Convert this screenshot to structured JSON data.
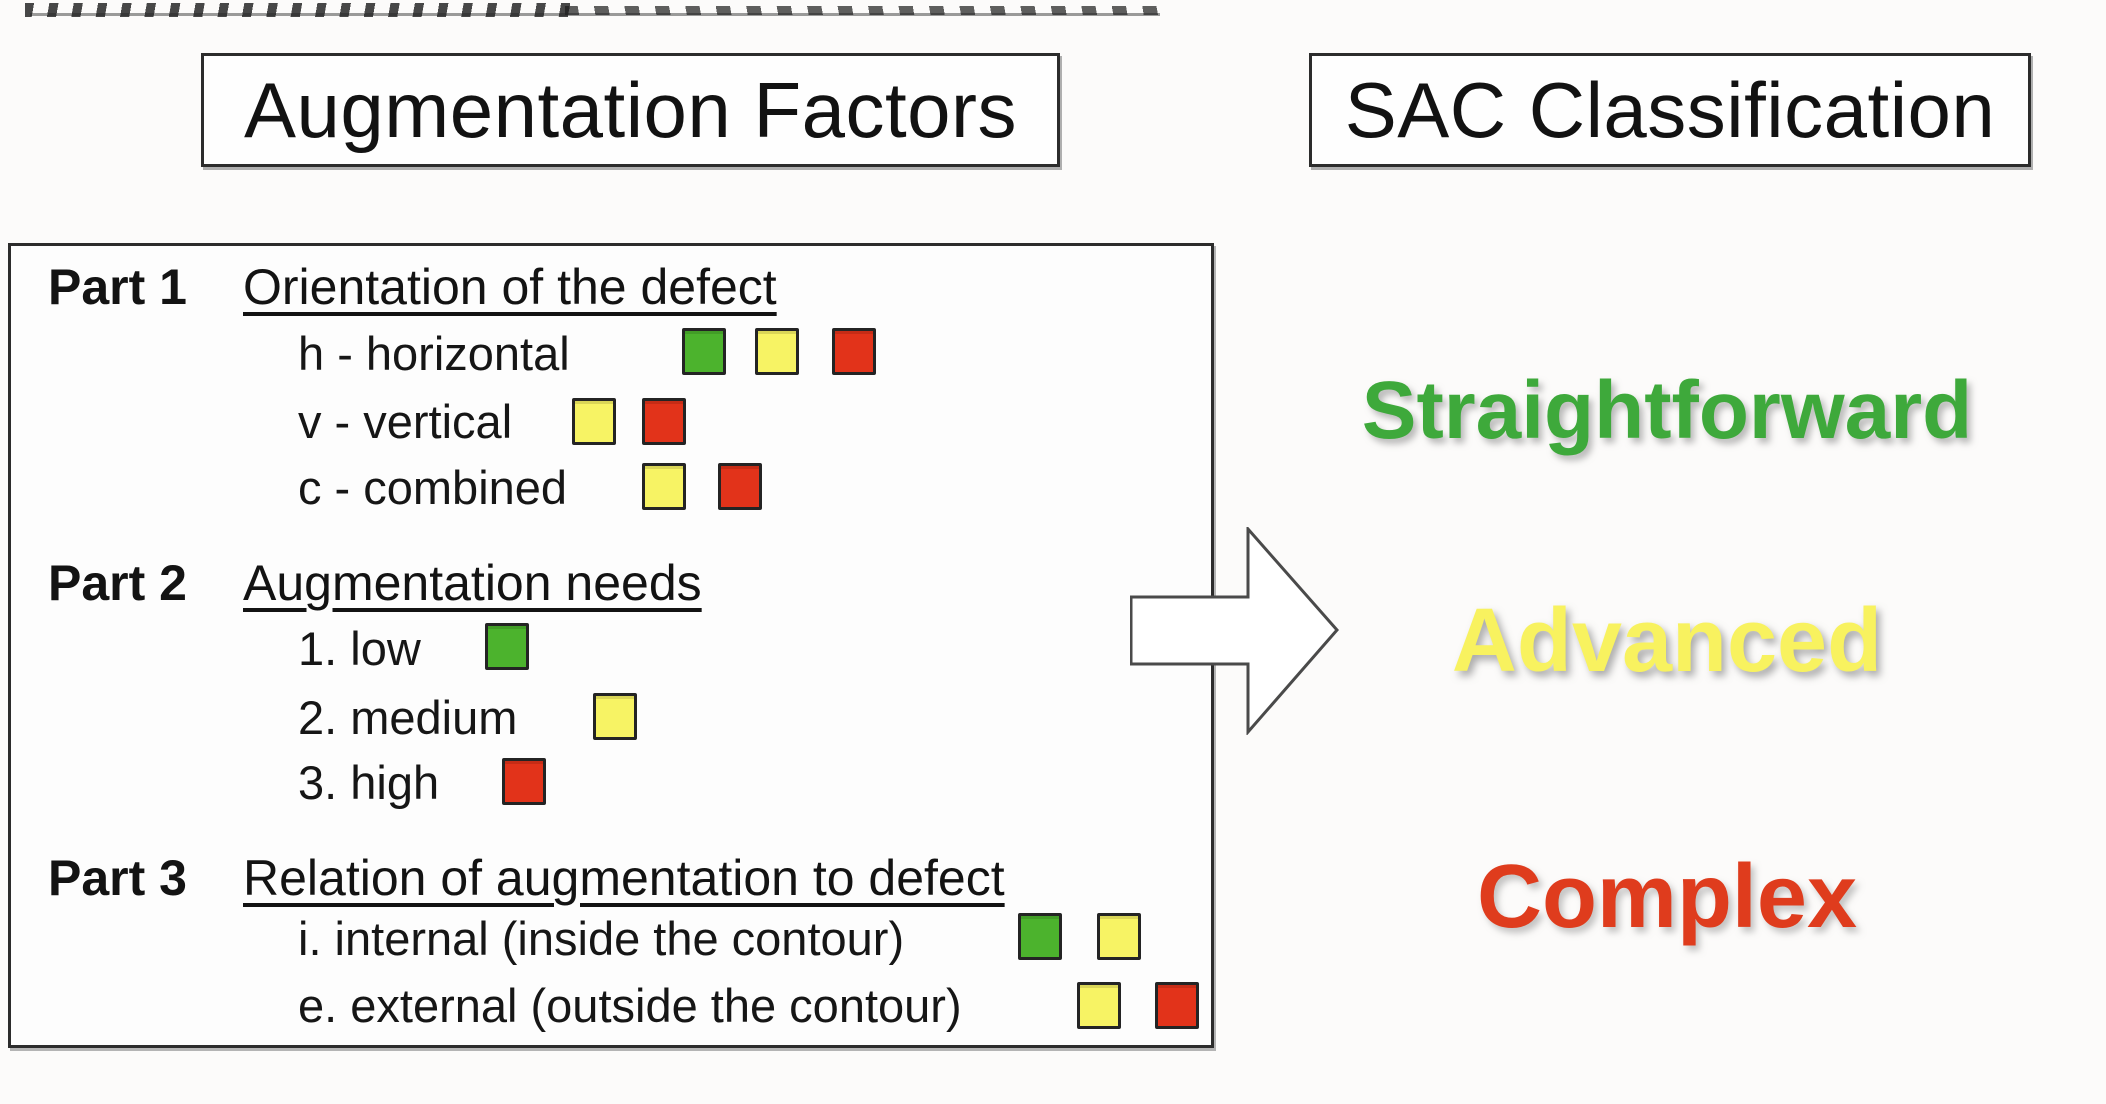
{
  "titles": {
    "left": "Augmentation Factors",
    "right": "SAC Classification"
  },
  "palette": {
    "green": "#4CB32D",
    "yellow": "#F7F364",
    "red": "#E2331A",
    "square_border": "#242424",
    "box_border": "#2C2C2C"
  },
  "factors_panel": {
    "parts": [
      {
        "label": "Part 1",
        "heading": "Orientation of the defect",
        "items": [
          {
            "text": "h - horizontal",
            "squares": [
              "green",
              "yellow",
              "red"
            ]
          },
          {
            "text": "v - vertical",
            "squares": [
              "yellow",
              "red"
            ]
          },
          {
            "text": "c - combined",
            "squares": [
              "yellow",
              "red"
            ]
          }
        ]
      },
      {
        "label": "Part 2",
        "heading": "Augmentation needs",
        "items": [
          {
            "text": "1. low",
            "squares": [
              "green"
            ]
          },
          {
            "text": "2. medium",
            "squares": [
              "yellow"
            ]
          },
          {
            "text": "3. high",
            "squares": [
              "red"
            ]
          }
        ]
      },
      {
        "label": "Part 3",
        "heading": "Relation of augmentation to defect",
        "items": [
          {
            "text": "i. internal (inside the contour)",
            "squares": [
              "green",
              "yellow"
            ]
          },
          {
            "text": "e. external (outside the contour)",
            "squares": [
              "yellow",
              "red"
            ]
          }
        ]
      }
    ]
  },
  "classification": {
    "levels": [
      {
        "label": "Straightforward",
        "color": "#3EA93B"
      },
      {
        "label": "Advanced",
        "color": "#F8F25F"
      },
      {
        "label": "Complex",
        "color": "#DF3C1D"
      }
    ]
  }
}
